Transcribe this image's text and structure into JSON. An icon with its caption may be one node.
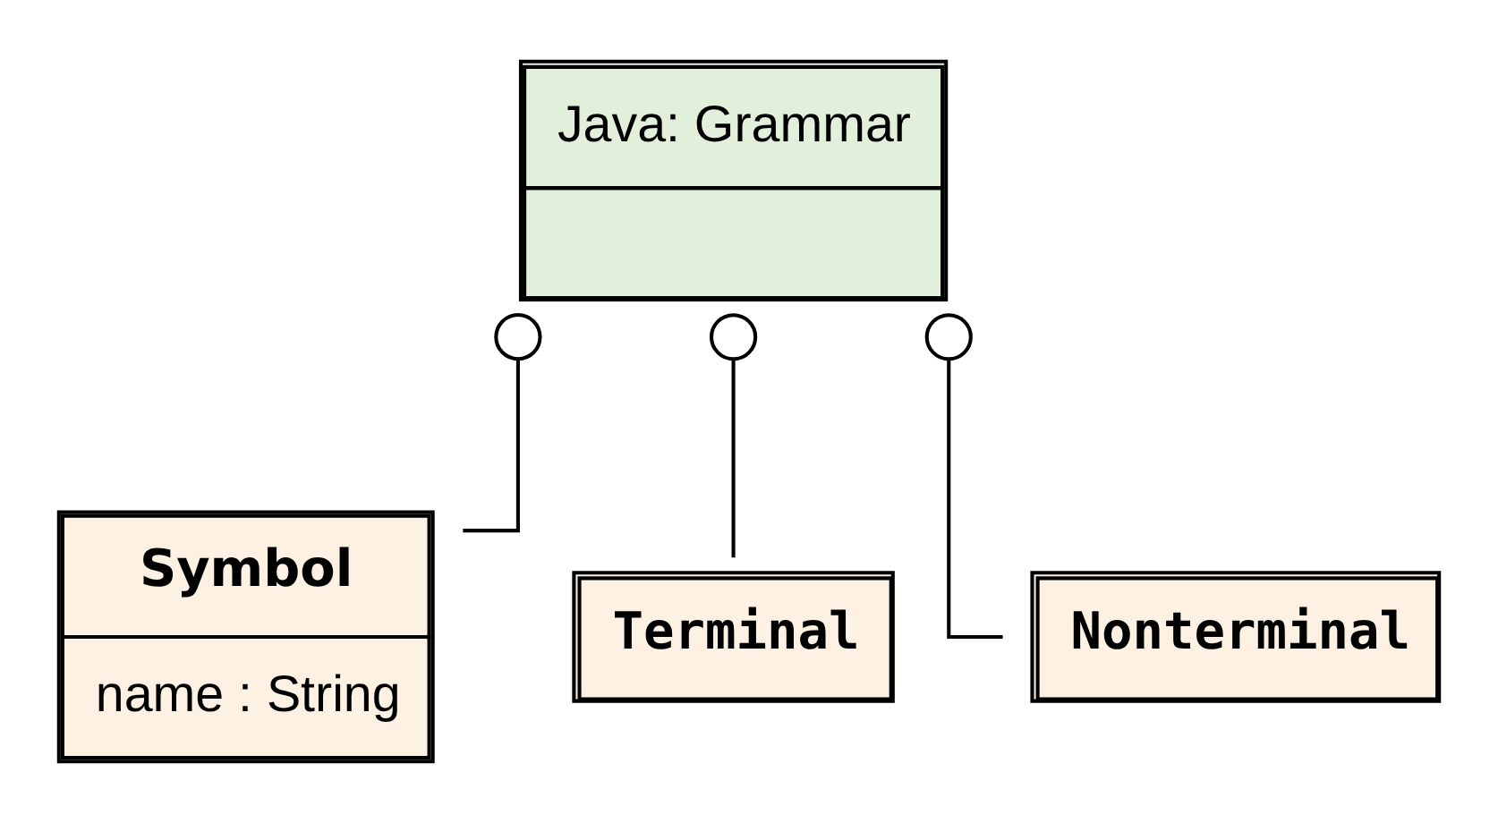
{
  "diagram": {
    "nodes": [
      {
        "text": [
          "Java: Grammar"
        ]
      },
      {
        "text": [
          "Symbol",
          "name : String"
        ]
      },
      {
        "text": [
          "Terminal"
        ]
      },
      {
        "text": [
          "Nonterminal"
        ]
      }
    ],
    "edges": [
      {
        "from": 0,
        "to": 1,
        "arrow": "other"
      },
      {
        "from": 0,
        "to": 2,
        "arrow": "other"
      },
      {
        "from": 0,
        "to": 3,
        "arrow": "other"
      }
    ]
  }
}
